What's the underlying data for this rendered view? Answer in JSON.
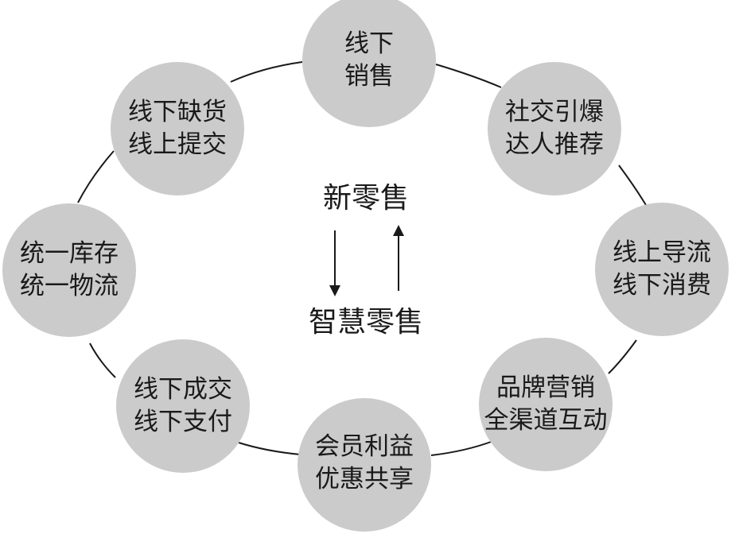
{
  "colors": {
    "circle_fill": "#cbcbcb",
    "line": "#1a1a1a",
    "text": "#1a1a1a",
    "background": "#ffffff"
  },
  "center": {
    "top_label": "新零售",
    "bottom_label": "智慧零售",
    "arrow_left": "down-arrow-icon",
    "arrow_right": "up-arrow-icon"
  },
  "nodes": [
    {
      "id": "offline-sales",
      "lines": [
        "线下",
        "销售"
      ]
    },
    {
      "id": "social-recommend",
      "lines": [
        "社交引爆",
        "达人推荐"
      ]
    },
    {
      "id": "online-to-offline",
      "lines": [
        "线上导流",
        "线下消费"
      ]
    },
    {
      "id": "brand-marketing",
      "lines": [
        "品牌营销",
        "全渠道互动"
      ]
    },
    {
      "id": "member-benefits",
      "lines": [
        "会员利益",
        "优惠共享"
      ]
    },
    {
      "id": "offline-deal",
      "lines": [
        "线下成交",
        "线下支付"
      ]
    },
    {
      "id": "unified-inventory",
      "lines": [
        "统一库存",
        "统一物流"
      ]
    },
    {
      "id": "out-of-stock-online",
      "lines": [
        "线下缺货",
        "线上提交"
      ]
    }
  ]
}
